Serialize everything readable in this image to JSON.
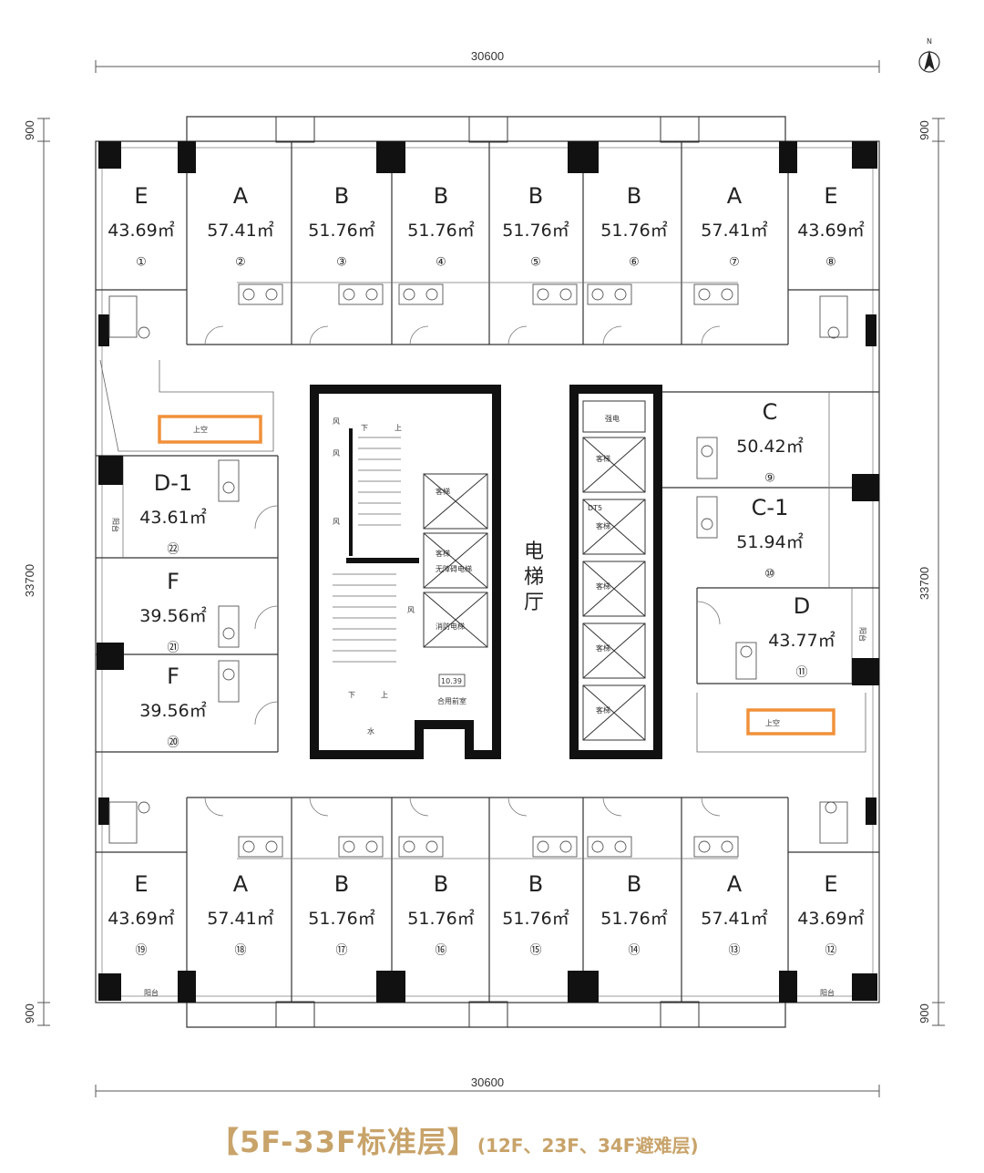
{
  "dimensions": {
    "width_top": "30600",
    "width_bottom": "30600",
    "height_left": "33700",
    "height_right": "33700",
    "offset_top_left": "900",
    "offset_top_right": "900",
    "offset_bottom_left": "900",
    "offset_bottom_right": "900"
  },
  "compass": {
    "label": "N"
  },
  "units": [
    {
      "letter": "E",
      "area": "43.69㎡",
      "num": "①"
    },
    {
      "letter": "A",
      "area": "57.41㎡",
      "num": "②"
    },
    {
      "letter": "B",
      "area": "51.76㎡",
      "num": "③"
    },
    {
      "letter": "B",
      "area": "51.76㎡",
      "num": "④"
    },
    {
      "letter": "B",
      "area": "51.76㎡",
      "num": "⑤"
    },
    {
      "letter": "B",
      "area": "51.76㎡",
      "num": "⑥"
    },
    {
      "letter": "A",
      "area": "57.41㎡",
      "num": "⑦"
    },
    {
      "letter": "E",
      "area": "43.69㎡",
      "num": "⑧"
    },
    {
      "letter": "C",
      "area": "50.42㎡",
      "num": "⑨"
    },
    {
      "letter": "C-1",
      "area": "51.94㎡",
      "num": "⑩"
    },
    {
      "letter": "D",
      "area": "43.77㎡",
      "num": "⑪"
    },
    {
      "letter": "E",
      "area": "43.69㎡",
      "num": "⑫"
    },
    {
      "letter": "A",
      "area": "57.41㎡",
      "num": "⑬"
    },
    {
      "letter": "B",
      "area": "51.76㎡",
      "num": "⑭"
    },
    {
      "letter": "B",
      "area": "51.76㎡",
      "num": "⑮"
    },
    {
      "letter": "B",
      "area": "51.76㎡",
      "num": "⑯"
    },
    {
      "letter": "B",
      "area": "51.76㎡",
      "num": "⑰"
    },
    {
      "letter": "A",
      "area": "57.41㎡",
      "num": "⑱"
    },
    {
      "letter": "E",
      "area": "43.69㎡",
      "num": "⑲"
    },
    {
      "letter": "F",
      "area": "39.56㎡",
      "num": "⑳"
    },
    {
      "letter": "F",
      "area": "39.56㎡",
      "num": "㉑"
    },
    {
      "letter": "D-1",
      "area": "43.61㎡",
      "num": "㉒"
    }
  ],
  "core": {
    "elevator_hall": [
      "电",
      "梯",
      "厅"
    ],
    "elevator_label": "客梯",
    "fire_elevator_label": "消防电梯",
    "freight_label": "无障碍电梯",
    "strong_current": "强电",
    "dt5": "DT5",
    "shared_lobby": "合用前室",
    "elevation": "10.39",
    "stair_down": "下",
    "stair_up": "上",
    "wind": "风",
    "water": "水"
  },
  "labels": {
    "void_left": "上空",
    "void_right": "上空",
    "balcony": "阳台"
  },
  "footer": {
    "title": "【5F-33F标准层】",
    "subtitle": "(12F、23F、34F避难层)"
  }
}
